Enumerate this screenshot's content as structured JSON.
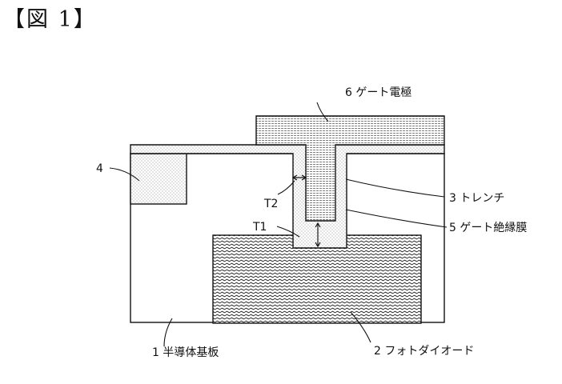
{
  "figure": {
    "title": "【図 1】"
  },
  "labels": {
    "gate_electrode": "6 ゲート電極",
    "trench": "3 トレンチ",
    "gate_insulating_film": "5 ゲート絶縁膜",
    "photodiode": "2 フォトダイオード",
    "semiconductor_substrate": "1 半導体基板",
    "region4": "4",
    "t1": "T1",
    "t2": "T2"
  }
}
